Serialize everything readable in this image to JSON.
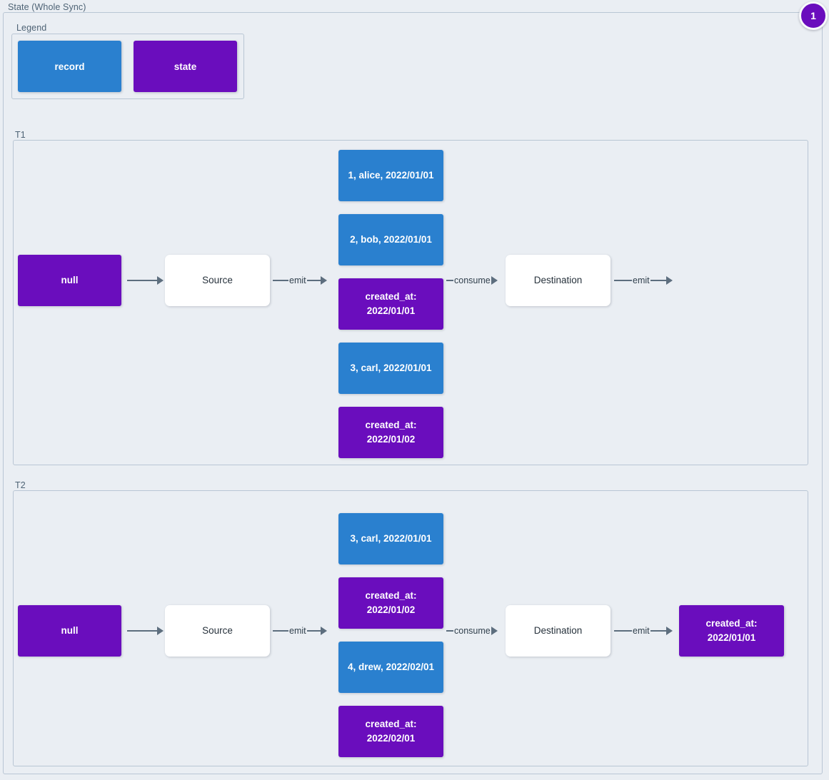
{
  "diagram": {
    "title": "State (Whole Sync)",
    "badge": "1"
  },
  "legend": {
    "title": "Legend",
    "items": [
      {
        "label": "record",
        "color": "#2a80cf"
      },
      {
        "label": "state",
        "color": "#6a0dbd"
      }
    ]
  },
  "t1": {
    "title": "T1",
    "initial_state": "null",
    "source": "Source",
    "destination": "Destination",
    "edges": {
      "state_to_source": "",
      "source_emit": "emit",
      "consume": "consume",
      "dest_emit": "emit"
    },
    "messages": [
      {
        "type": "record",
        "label": "1, alice, 2022/01/01"
      },
      {
        "type": "record",
        "label": "2, bob, 2022/01/01"
      },
      {
        "type": "state",
        "label": "created_at:\n2022/01/01"
      },
      {
        "type": "record",
        "label": "3, carl, 2022/01/01"
      },
      {
        "type": "state",
        "label": "created_at:\n2022/01/02"
      }
    ],
    "final_state": null
  },
  "t2": {
    "title": "T2",
    "initial_state": "null",
    "source": "Source",
    "destination": "Destination",
    "edges": {
      "state_to_source": "",
      "source_emit": "emit",
      "consume": "consume",
      "dest_emit": "emit"
    },
    "messages": [
      {
        "type": "record",
        "label": "3, carl, 2022/01/01"
      },
      {
        "type": "state",
        "label": "created_at:\n2022/01/02"
      },
      {
        "type": "record",
        "label": "4, drew, 2022/02/01"
      },
      {
        "type": "state",
        "label": "created_at:\n2022/02/01"
      }
    ],
    "final_state": "created_at:\n2022/01/01"
  }
}
